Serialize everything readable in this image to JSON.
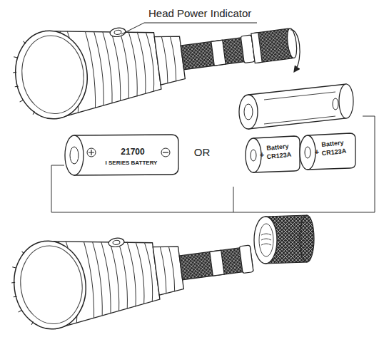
{
  "diagram": {
    "labels": [
      "Head Power Indicator",
      "21700",
      "I SERIES BATTERY",
      "OR",
      "Battery",
      "CR123A",
      "+",
      "Battery",
      "CR123A",
      "+"
    ]
  }
}
